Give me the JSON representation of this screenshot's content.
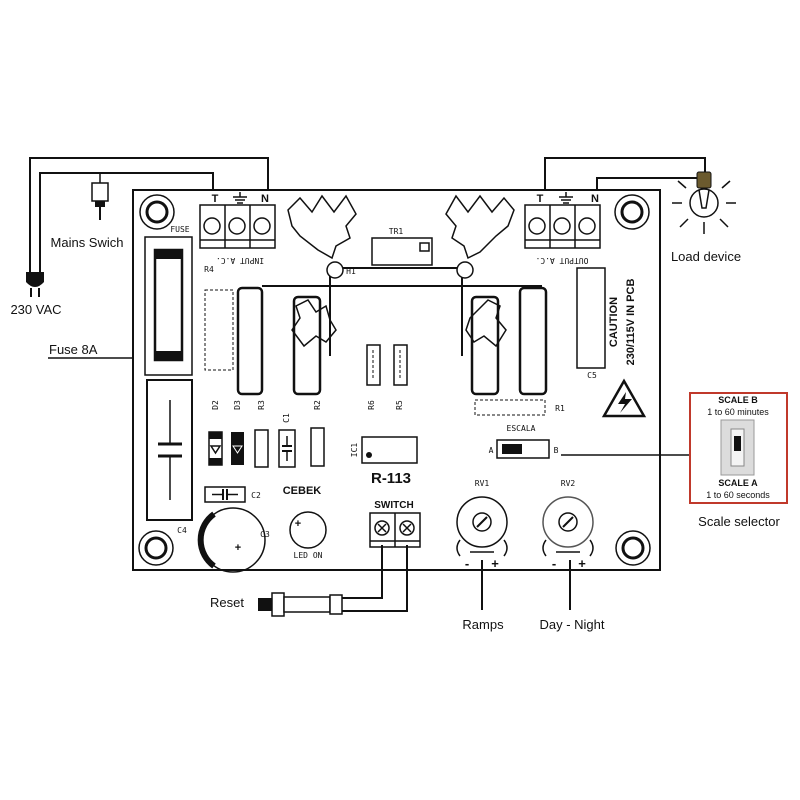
{
  "labels": {
    "mains_switch": "Mains Swich",
    "vac": "230 VAC",
    "fuse": "Fuse 8A",
    "load": "Load device",
    "reset": "Reset",
    "ramps": "Ramps",
    "day_night": "Day - Night",
    "scale_selector": "Scale selector"
  },
  "scale_box": {
    "b_title": "SCALE B",
    "b_desc": "1 to 60 minutes",
    "a_title": "SCALE A",
    "a_desc": "1 to 60 seconds"
  },
  "pcb": {
    "fuse": "FUSE",
    "r4": "R4",
    "input": "INPUT A.C.",
    "output": "OUTPUT A.C.",
    "terminal_l": "T",
    "terminal_n": "N",
    "tr1": "TR1",
    "h1": "H1",
    "caution": "CAUTION",
    "voltage": "230/115V IN PCB",
    "c5": "C5",
    "d2": "D2",
    "d3": "D3",
    "r3": "R3",
    "c1": "C1",
    "r2": "R2",
    "r6": "R6",
    "r5": "R5",
    "r1": "R1",
    "ic1": "IC1",
    "escala": "ESCALA",
    "escala_a": "A",
    "escala_b": "B",
    "model": "R-113",
    "brand": "CEBEK",
    "c2": "C2",
    "c4": "C4",
    "c3": "C3",
    "switch": "SWITCH",
    "led": "LED ON",
    "rv1": "RV1",
    "rv2": "RV2",
    "minus": "-",
    "plus": "+"
  },
  "colors": {
    "ink": "#111111",
    "selector_border": "#c0392b",
    "bulb_base": "#6b5a2e"
  }
}
